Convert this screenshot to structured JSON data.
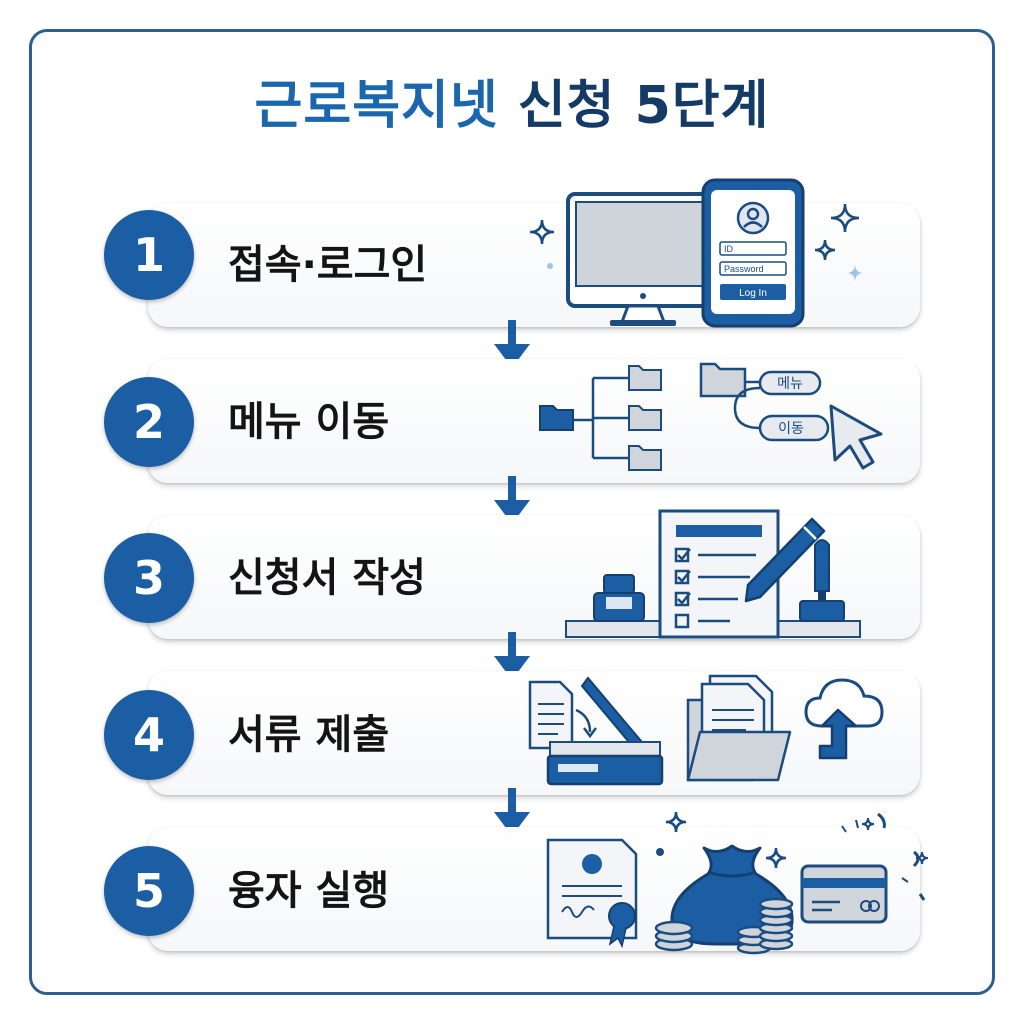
{
  "title": {
    "part1": "근로복지넷",
    "part2": "신청 5단계"
  },
  "steps": [
    {
      "number": "1",
      "label": "접속·로그인",
      "icons": [
        "desktop-monitor-icon",
        "smartphone-login-icon",
        "sparkle-icon"
      ],
      "login_form": {
        "id_placeholder": "ID",
        "password_placeholder": "Password",
        "button": "Log In"
      }
    },
    {
      "number": "2",
      "label": "메뉴 이동",
      "icons": [
        "folder-tree-icon",
        "menu-path-icon",
        "cursor-arrow-icon"
      ],
      "menu_tags": {
        "menu": "메뉴",
        "move": "이동"
      }
    },
    {
      "number": "3",
      "label": "신청서 작성",
      "icons": [
        "ink-bottle-icon",
        "checklist-form-icon",
        "pencil-icon",
        "pen-stand-icon"
      ]
    },
    {
      "number": "4",
      "label": "서류 제출",
      "icons": [
        "scanner-icon",
        "document-folder-icon",
        "cloud-upload-icon"
      ]
    },
    {
      "number": "5",
      "label": "융자 실행",
      "icons": [
        "certificate-icon",
        "money-bag-icon",
        "coin-stack-icon",
        "credit-card-icon"
      ]
    }
  ],
  "colors": {
    "primary": "#1b5ea4",
    "title_blue": "#1b67ad",
    "title_navy": "#143b66",
    "frame": "#2e5f92",
    "icon_fill": "#d0d4db"
  }
}
